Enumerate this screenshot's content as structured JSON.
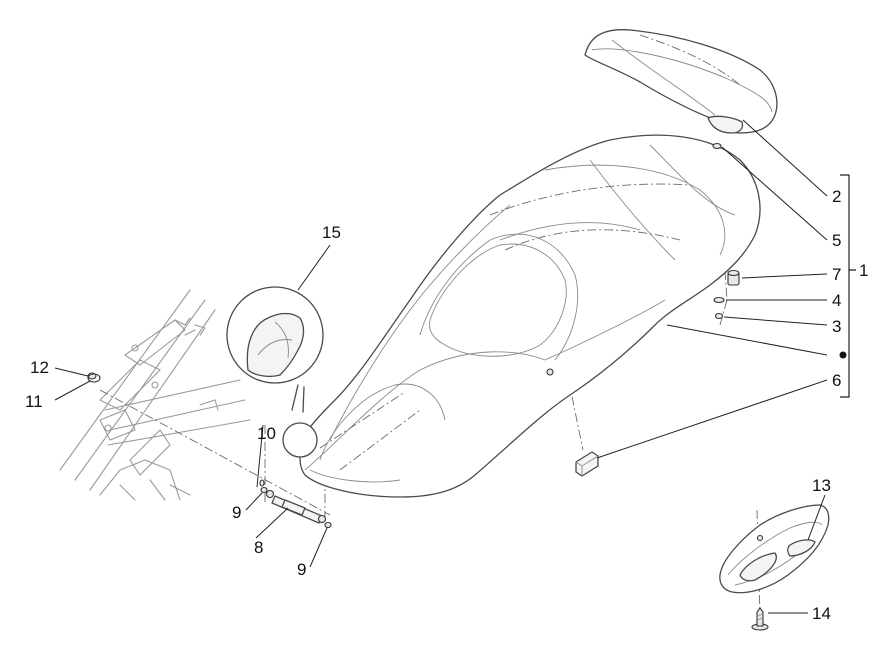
{
  "diagram": {
    "callouts": {
      "c1": "1",
      "c2": "2",
      "c3": "3",
      "c4": "4",
      "c5": "5",
      "c6": "6",
      "c7": "7",
      "c8": "8",
      "c9a": "9",
      "c9b": "9",
      "c10": "10",
      "c11": "11",
      "c12": "12",
      "c13": "13",
      "c14": "14",
      "c15": "15"
    },
    "colors": {
      "line": "#4a4a4a",
      "leader": "#222222",
      "background": "#ffffff"
    }
  }
}
